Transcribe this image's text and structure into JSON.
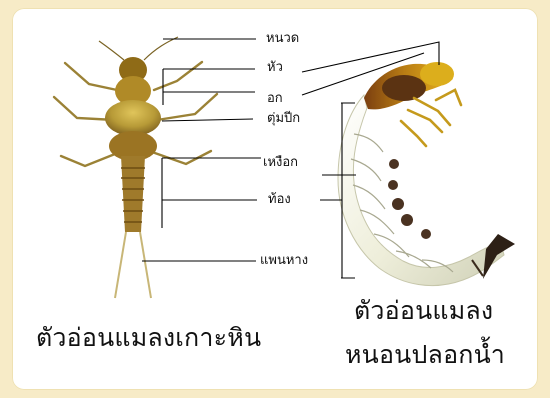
{
  "labels": {
    "antenna": "หนวด",
    "head": "หัว",
    "thorax": "อก",
    "wing_pads": "ตุ่มปีก",
    "gills": "เหงือก",
    "abdomen": "ท้อง",
    "tail": "แพนหาง"
  },
  "captions": {
    "stonefly_nymph": "ตัวอ่อนแมลงเกาะหิน",
    "mayfly_line1": "ตัวอ่อนแมลง",
    "mayfly_line2": "หนอนปลอกน้ำ"
  },
  "colors": {
    "page_background": "#f7ebc7",
    "panel_background": "#ffffff",
    "left_insect_body": "#b79a37",
    "left_insect_dark": "#7a4f12",
    "right_insect_body": "#eeeeda",
    "right_insect_head": "#b97d14",
    "right_insect_dark": "#3e2614"
  }
}
